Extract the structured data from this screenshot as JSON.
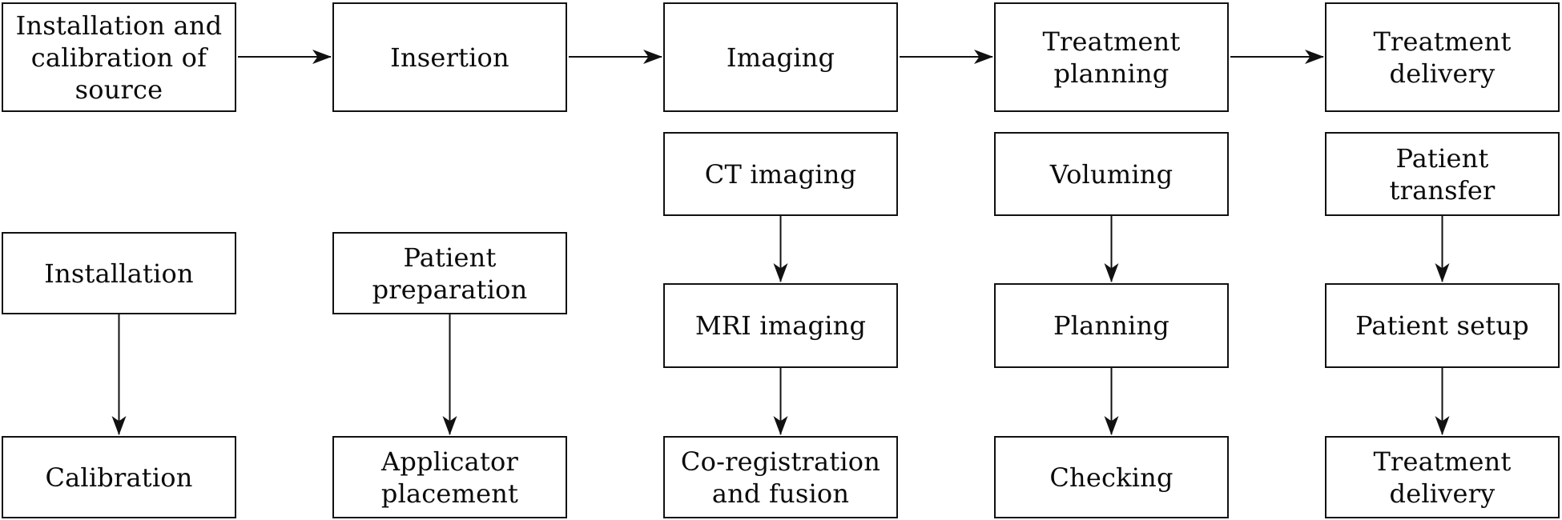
{
  "figure": {
    "type": "flowchart",
    "description": "Workflow diagram: five main stages with sub-steps",
    "colors": {
      "background": "#ffffff",
      "box_fill": "#ffffff",
      "box_border": "#111111",
      "arrow": "#111111",
      "text": "#0a0a0a"
    }
  },
  "flowchart": {
    "columns": [
      {
        "main": "Installation and\ncalibration of\nsource",
        "subs": [
          "Installation",
          "Calibration"
        ]
      },
      {
        "main": "Insertion",
        "subs": [
          "Patient\npreparation",
          "Applicator\nplacement"
        ]
      },
      {
        "main": "Imaging",
        "subs": [
          "CT imaging",
          "MRI imaging",
          "Co-registration\nand fusion"
        ]
      },
      {
        "main": "Treatment\nplanning",
        "subs": [
          "Voluming",
          "Planning",
          "Checking"
        ]
      },
      {
        "main": "Treatment\ndelivery",
        "subs": [
          "Patient\ntransfer",
          "Patient setup",
          "Treatment\ndelivery"
        ]
      }
    ]
  }
}
